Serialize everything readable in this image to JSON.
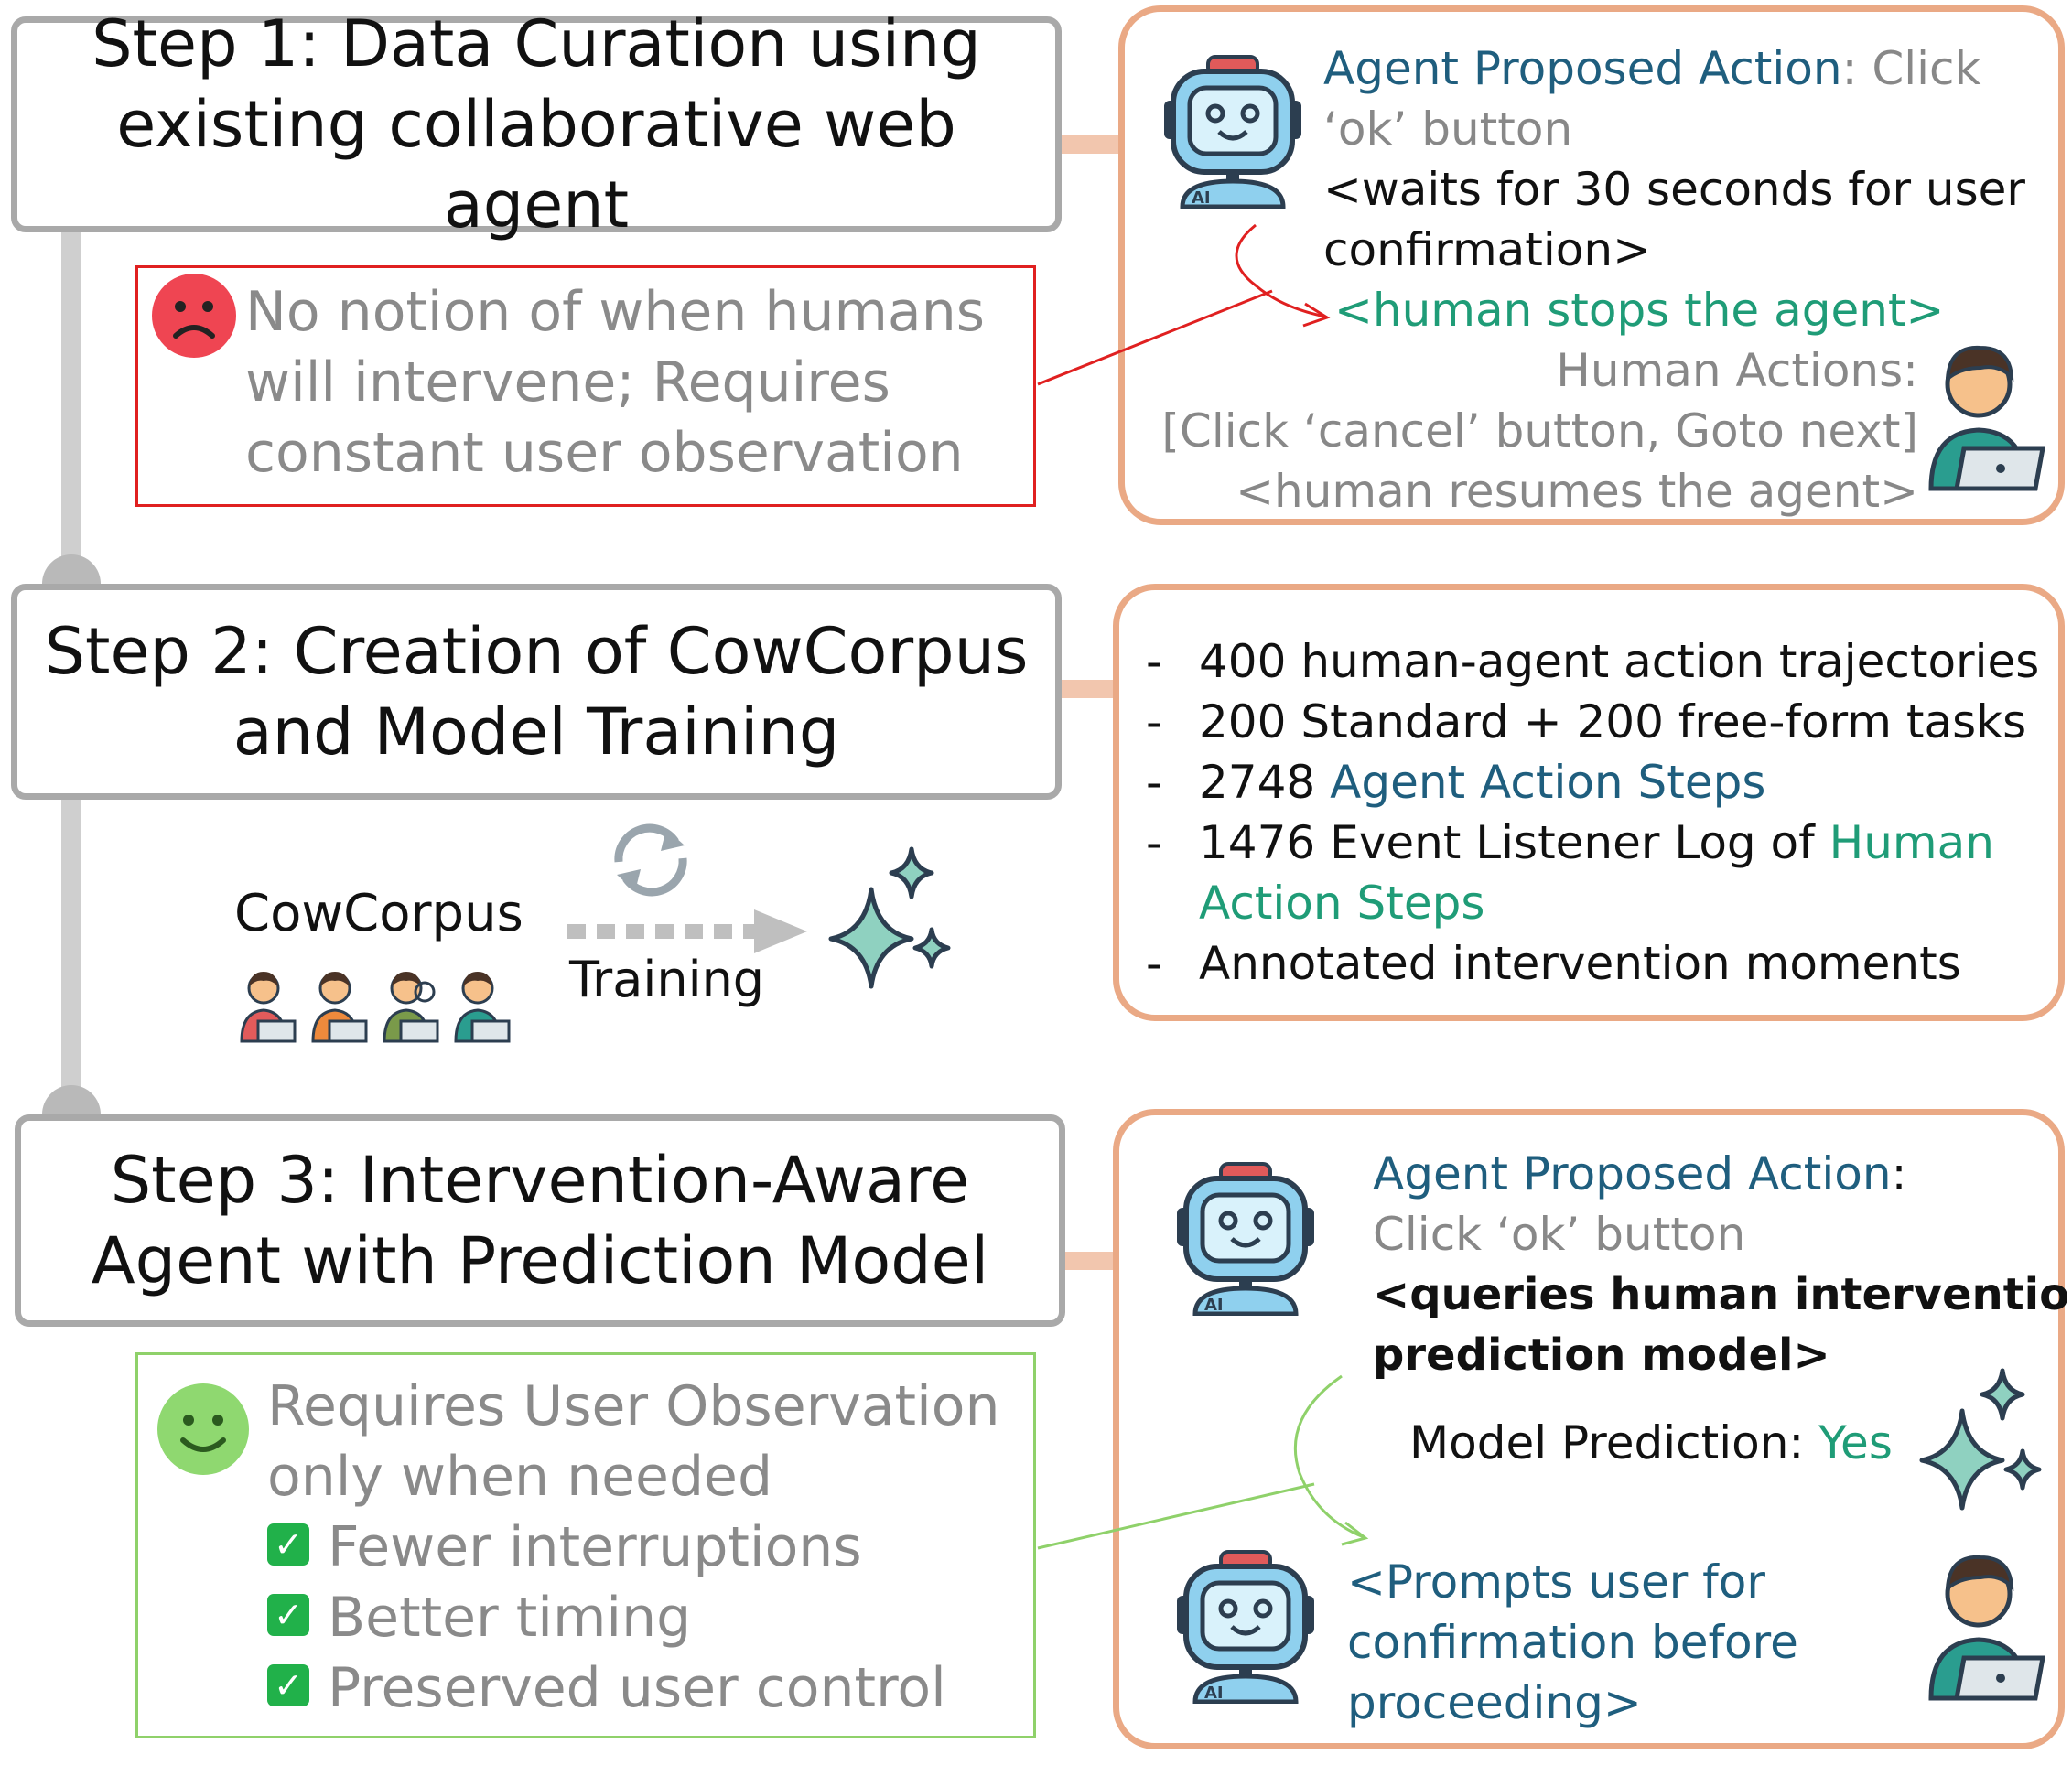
{
  "steps": [
    {
      "line1": "Step 1: Data Curation using",
      "line2": "existing collaborative web agent"
    },
    {
      "line1": "Step 2: Creation of CowCorpus",
      "line2": "and Model Training"
    },
    {
      "line1": "Step 3: Intervention-Aware",
      "line2": "Agent with Prediction Model"
    }
  ],
  "step1_panel": {
    "proposed_label": "Agent Proposed Action",
    "proposed_suffix": ": Click",
    "proposed_cont": "‘ok’ button",
    "waits_line1": "<waits for 30 seconds for user",
    "waits_line2": "confirmation>",
    "human_stops": "<human stops the agent>",
    "human_actions_label": "Human Actions:",
    "human_actions_list": "[Click ‘cancel’ button, Goto next]",
    "human_resumes": "<human resumes the agent>"
  },
  "negative_note": {
    "line1": "No notion of when humans",
    "line2": "will intervene; Requires",
    "line3": "constant user observation"
  },
  "step2_panel": {
    "dash": "-",
    "items": [
      {
        "text": "400 human-agent action trajectories"
      },
      {
        "text": "200 Standard + 200 free-form tasks"
      },
      {
        "prefix": "2748 ",
        "highlight": "Agent Action Steps"
      },
      {
        "prefix": "1476 Event Listener Log of ",
        "highlight_line1": "Human",
        "highlight_line2": "Action Steps"
      },
      {
        "text": "Annotated intervention moments"
      }
    ]
  },
  "training": {
    "corpus_label": "CowCorpus",
    "training_label": "Training"
  },
  "step3_panel": {
    "proposed_label": "Agent Proposed Action",
    "proposed_suffix": ":",
    "proposed_cont": "Click ‘ok’ button",
    "queries_line1": "<queries human intervention",
    "queries_line2": "prediction model>",
    "prediction_label": "Model Prediction: ",
    "prediction_value": "Yes",
    "prompts_line1": "<Prompts user for",
    "prompts_line2": "confirmation before",
    "prompts_line3": "proceeding>"
  },
  "positive_note": {
    "line1": "Requires User Observation",
    "line2": "only when needed",
    "checks": [
      "Fewer interruptions",
      "Better timing",
      "Preserved user control"
    ],
    "check_mark": "✓"
  },
  "colors": {
    "step_border": "#a9a9a9",
    "panel_border": "#eaa985",
    "negative_border": "#e02020",
    "positive_border": "#8fd16a",
    "teal_blue": "#1f5e7e",
    "teal_green": "#1f9c77"
  }
}
